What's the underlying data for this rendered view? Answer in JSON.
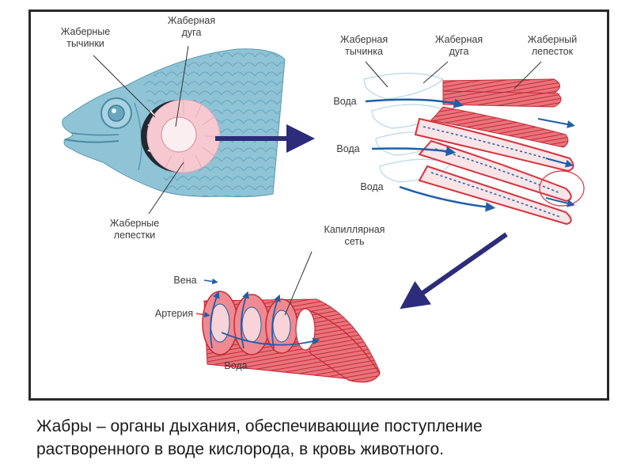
{
  "labels": {
    "gill_rakers": [
      "Жаберные",
      "тычинки"
    ],
    "gill_arch_fish": [
      "Жаберная",
      "дуга"
    ],
    "gill_filaments_fish": [
      "Жаберные",
      "лепестки"
    ],
    "gill_raker": [
      "Жаберная",
      "тычинка"
    ],
    "gill_arch": [
      "Жаберная",
      "дуга"
    ],
    "gill_filament": [
      "Жаберный",
      "лепесток"
    ],
    "water_1": "Вода",
    "water_2": "Вода",
    "water_3": "Вода",
    "capillary_net": [
      "Капиллярная",
      "сеть"
    ],
    "vein": "Вена",
    "artery": "Артерия",
    "water_4": "Вода"
  },
  "caption": {
    "line1": "Жабры – органы дыхания, обеспечивающие поступление",
    "line2": "растворенного в воде кислорода, в кровь животного."
  },
  "colors": {
    "fish_body": "#8fc3d6",
    "gill_pink": "#f6c9d1",
    "filament_red": "#d8323c",
    "vessel_blue": "#1f5fa8",
    "arrow_navy": "#2c2c7a"
  }
}
